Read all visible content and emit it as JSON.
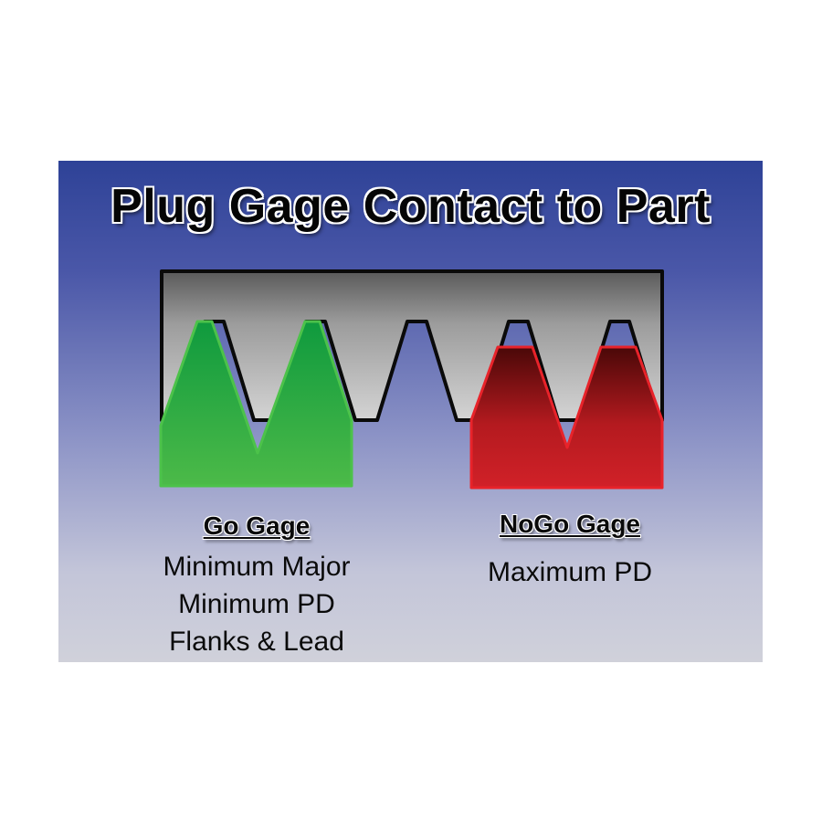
{
  "title": "Plug Gage Contact to Part",
  "colors": {
    "go_gage": "#3db54a",
    "nogo_gage": "#c41f26",
    "part": "#8f8f8f",
    "background_top": "#2e4297",
    "background_bottom": "#d0d1da"
  },
  "go_gage": {
    "heading": "Go Gage",
    "lines": [
      "Minimum Major",
      "Minimum PD",
      "Flanks & Lead"
    ]
  },
  "nogo_gage": {
    "heading": "NoGo Gage",
    "lines": [
      "Maximum PD"
    ]
  }
}
